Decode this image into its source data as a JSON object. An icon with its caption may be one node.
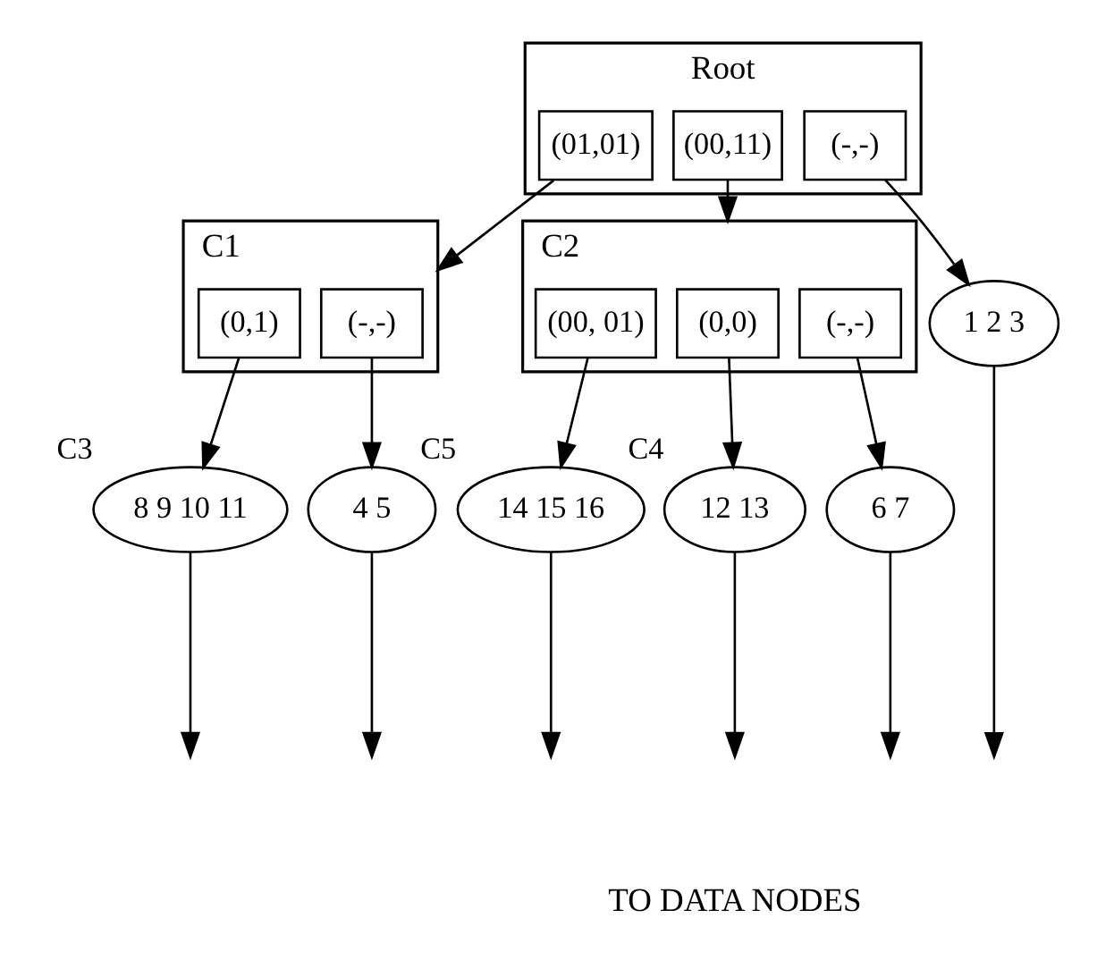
{
  "diagram": {
    "nodes": [
      {
        "text": [
          "Root"
        ]
      },
      {
        "text": [
          "(01,01)"
        ],
        "in": 0
      },
      {
        "text": [
          "(00,11)"
        ],
        "in": 0
      },
      {
        "text": [
          "(-,-)"
        ],
        "in": 0
      },
      {
        "text": [
          "C1"
        ]
      },
      {
        "text": [
          "(0,1)"
        ],
        "in": 4
      },
      {
        "text": [
          "(-,-)"
        ],
        "in": 4
      },
      {
        "text": [
          "C2"
        ]
      },
      {
        "text": [
          "(00, 01)"
        ],
        "in": 7
      },
      {
        "text": [
          "(0,0)"
        ],
        "in": 7
      },
      {
        "text": [
          "(-,-)"
        ],
        "in": 7
      },
      {
        "text": [
          "1 2 3"
        ]
      },
      {
        "text": [
          "8 9 10 11"
        ],
        "beside": [
          "C3"
        ]
      },
      {
        "text": [
          "4 5"
        ]
      },
      {
        "text": [
          "12 13"
        ],
        "beside": [
          "C4"
        ]
      },
      {
        "text": [
          "6 7"
        ]
      },
      {
        "text": [
          "14 15 16"
        ],
        "beside": [
          "C5"
        ]
      }
    ],
    "edges": [
      {
        "from": 1,
        "to": 4,
        "arrow": "to"
      },
      {
        "from": 2,
        "to": 7,
        "arrow": "to"
      },
      {
        "from": 3,
        "to": 11,
        "arrow": "to"
      },
      {
        "from": 5,
        "to": 12,
        "arrow": "to"
      },
      {
        "from": 6,
        "to": 13,
        "arrow": "to"
      },
      {
        "from": 8,
        "to": 16,
        "arrow": "to"
      },
      {
        "from": 9,
        "to": 14,
        "arrow": "to"
      },
      {
        "from": 10,
        "to": 15,
        "arrow": "to"
      },
      {
        "from": 12,
        "to": null,
        "arrow": "to"
      },
      {
        "from": 13,
        "to": null,
        "arrow": "to"
      },
      {
        "from": 16,
        "to": null,
        "arrow": "to"
      },
      {
        "from": 14,
        "to": null,
        "arrow": "to"
      },
      {
        "from": 15,
        "to": null,
        "arrow": "to"
      },
      {
        "from": 11,
        "to": null,
        "arrow": "to"
      }
    ],
    "labels": [
      "TO DATA NODES"
    ]
  }
}
